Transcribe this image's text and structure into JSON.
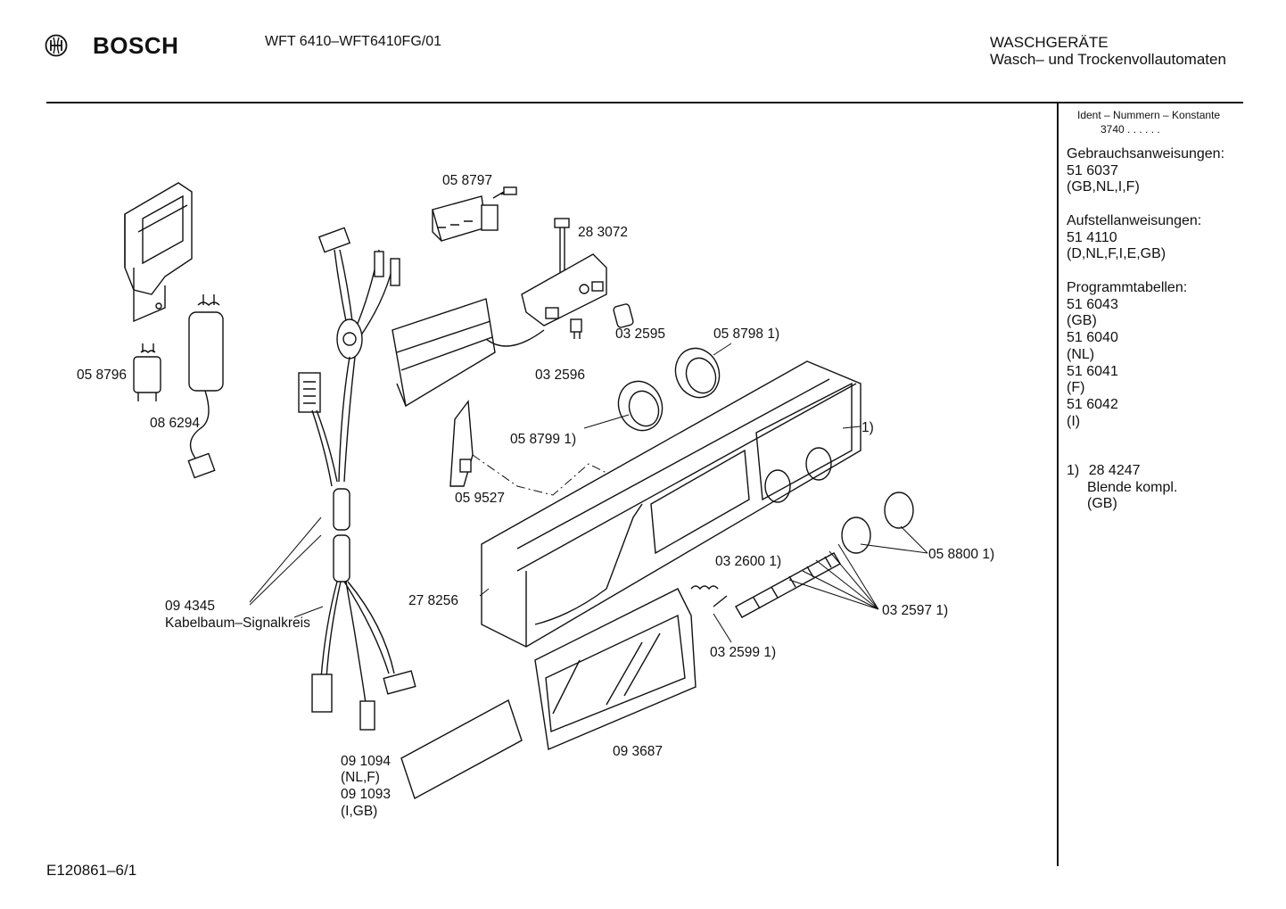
{
  "header": {
    "brand": "BOSCH",
    "model": "WFT 6410–WFT6410FG/01",
    "category_title": "WASCHGERÄTE",
    "category_subtitle": "Wasch– und Trockenvollautomaten"
  },
  "footer": {
    "drawing_id": "E120861–6/1"
  },
  "sidebar": {
    "ident_heading": "Ident – Nummern – Konstante",
    "ident_value": "3740 . . . . . .",
    "sections": [
      {
        "title": "Gebrauchsanweisungen:",
        "lines": [
          "51 6037",
          "(GB,NL,I,F)"
        ]
      },
      {
        "title": "Aufstellanweisungen:",
        "lines": [
          "51 4110",
          "(D,NL,F,I,E,GB)"
        ]
      },
      {
        "title": "Programmtabellen:",
        "lines": [
          "51 6043",
          "(GB)",
          "51 6040",
          "(NL)",
          "51 6041",
          "(F)",
          "51 6042",
          "(I)"
        ]
      }
    ],
    "footnote": {
      "marker": "1)",
      "number": "28 4247",
      "desc": "Blende kompl.",
      "variant": "(GB)"
    }
  },
  "parts": {
    "p058797": "05 8797",
    "p283072": "28 3072",
    "p032595": "03 2595",
    "p058798": "05 8798 1)",
    "p032596": "03 2596",
    "p058796": "05 8796",
    "p086294": "08 6294",
    "p058799": "05 8799 1)",
    "p059527": "05 9527",
    "p_panel_note": "1)",
    "p032600": "03 2600 1)",
    "p058800": "05 8800 1)",
    "p278256": "27 8256",
    "p032597": "03 2597 1)",
    "p032599": "03 2599 1)",
    "p094345": "09 4345",
    "p094345_desc": "Kabelbaum–Signalkreis",
    "p091094": "09 1094",
    "p091094_var": "(NL,F)",
    "p091093": "09 1093",
    "p091093_var": "(I,GB)",
    "p093687": "09 3687"
  }
}
